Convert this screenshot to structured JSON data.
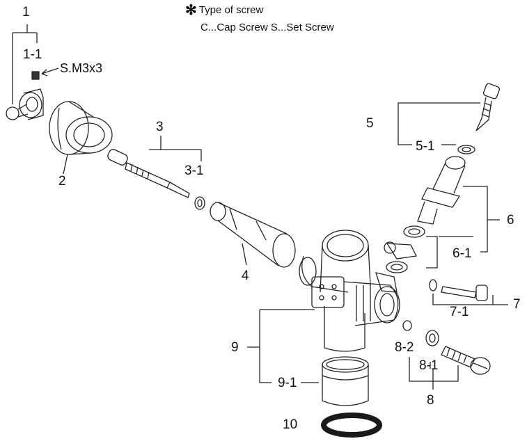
{
  "legend": {
    "symbol": "✻",
    "title": "Type of screw",
    "line": "C...Cap Screw  S...Set Screw"
  },
  "labels": {
    "p1": "1",
    "p1_1": "1-1",
    "screw": "S.M3x3",
    "p2": "2",
    "p3": "3",
    "p3_1": "3-1",
    "p4": "4",
    "p5": "5",
    "p5_1": "5-1",
    "p6": "6",
    "p6_1": "6-1",
    "p7": "7",
    "p7_1": "7-1",
    "p8": "8",
    "p8_1": "8-1",
    "p8_2": "8-2",
    "p9": "9",
    "p9_1": "9-1",
    "p10": "10"
  }
}
